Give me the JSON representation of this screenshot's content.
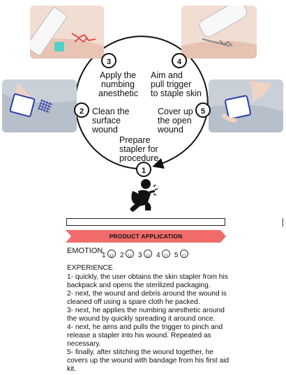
{
  "steps": [
    {
      "num": "1",
      "text": [
        "Prepare",
        "stapler for",
        "procedure"
      ]
    },
    {
      "num": "2",
      "text": [
        "Clean the",
        "surface",
        "wound"
      ]
    },
    {
      "num": "3",
      "text": [
        "Apply the",
        "numbing",
        "anesthetic"
      ]
    },
    {
      "num": "4",
      "text": [
        "Aim and",
        "pull trigger",
        "to staple skin"
      ]
    },
    {
      "num": "5",
      "text": [
        "Cover up",
        "the open",
        "wound"
      ]
    }
  ],
  "section_banner": "PRODUCT APPLICATION",
  "emotion": {
    "label": "EMOTION",
    "levels": [
      "1",
      "2",
      "3",
      "4",
      "5"
    ]
  },
  "experience": {
    "heading": "EXPERIENCE",
    "items": [
      [
        "1- quickly, the user obtains the skin stapler from his",
        "backpack and opens the sterilized packaging."
      ],
      [
        "2- next, the wound and debris around the wound is",
        "cleaned off using a spare cloth he packed."
      ],
      [
        "3- next, he applies the numbing anesthetic around",
        "the wound by quickly spreading it around once."
      ],
      [
        "4- next, he aims and pulls the trigger to pinch and",
        "release a stapler into his wound. Repeated as",
        "necessary."
      ],
      [
        "5- finally, after stitching the wound together, he",
        "covers up the wound with bandage from his first aid",
        "kit."
      ]
    ]
  },
  "colors": {
    "banner": "#f26b6b",
    "skin": "#f3d7c8",
    "stapler_tip": "#4fd0c8"
  },
  "icons": [
    "stapler-photo",
    "hand-cloth-photo",
    "bandage-photo",
    "person-kneeling-icon",
    "face-icon"
  ]
}
